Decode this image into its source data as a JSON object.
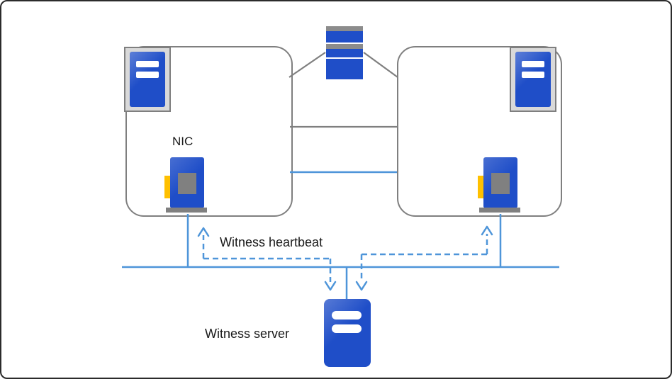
{
  "diagram": {
    "labels": {
      "nic": "NIC",
      "witness_heartbeat": "Witness heartbeat",
      "witness_server": "Witness server"
    },
    "icons": {
      "server_left": "server-icon",
      "server_right": "server-icon",
      "storage": "storage-stack-icon",
      "nic_left": "nic-icon",
      "nic_right": "nic-icon",
      "witness": "server-icon"
    },
    "colors": {
      "icon_blue": "#1F4EC8",
      "line_blue": "#4E95D9",
      "line_gray": "#7F7F7F",
      "node_border": "#7F7F7F",
      "nic_yellow": "#FFC000",
      "nic_gray": "#808080",
      "frame_fill": "#D9D9D9",
      "storage_gray": "#8C8C8C",
      "canvas_border": "#2B2B2B"
    }
  }
}
